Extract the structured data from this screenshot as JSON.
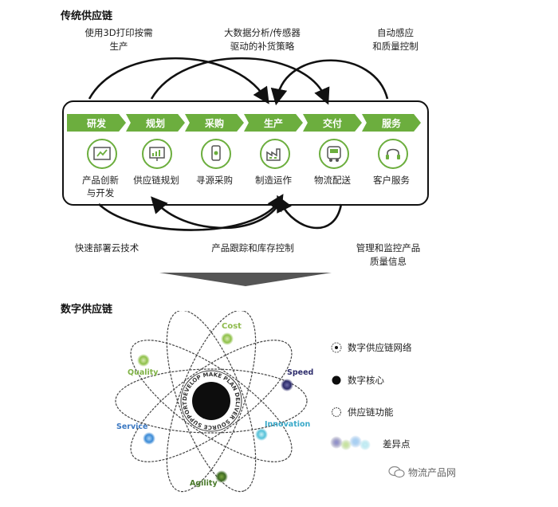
{
  "traditional": {
    "title": "传统供应链",
    "top_notes": [
      {
        "lines": [
          "使用3D打印按需",
          "生产"
        ]
      },
      {
        "lines": [
          "大数据分析/传感器",
          "驱动的补货策略"
        ]
      },
      {
        "lines": [
          "自动感应",
          "和质量控制"
        ]
      }
    ],
    "stages": [
      "研发",
      "规划",
      "采购",
      "生产",
      "交付",
      "服务"
    ],
    "processes": [
      {
        "lines": [
          "产品创新",
          "与开发"
        ],
        "icon": "innovation-icon"
      },
      {
        "lines": [
          "供应链规划"
        ],
        "icon": "planning-chart-icon"
      },
      {
        "lines": [
          "寻源采购"
        ],
        "icon": "sourcing-phone-icon"
      },
      {
        "lines": [
          "制造运作"
        ],
        "icon": "factory-icon"
      },
      {
        "lines": [
          "物流配送"
        ],
        "icon": "bus-icon"
      },
      {
        "lines": [
          "客户服务"
        ],
        "icon": "headset-icon"
      }
    ],
    "bottom_notes": [
      {
        "lines": [
          "快速部署云技术"
        ]
      },
      {
        "lines": [
          "产品跟踪和库存控制"
        ]
      },
      {
        "lines": [
          "管理和监控产品",
          "质量信息"
        ]
      }
    ],
    "accent": "#6cae3e"
  },
  "digital": {
    "title": "数字供应链",
    "core_ring_text": "DEVELOP MAKE PLAN DELIVER SOURCE SUPPORT",
    "nodes": {
      "cost": "Cost",
      "speed": "Speed",
      "quality": "Quality",
      "innovation": "Innovation",
      "service": "Service",
      "agility": "Agility"
    },
    "legend": [
      "数字供应链网络",
      "数字核心",
      "供应链功能",
      "差异点"
    ]
  },
  "watermark": "物流产品网"
}
